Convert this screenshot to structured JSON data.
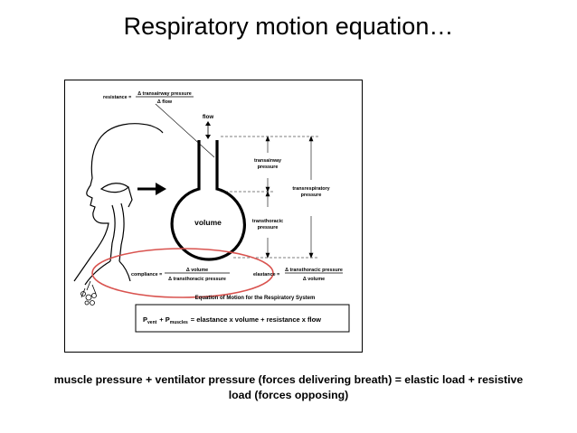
{
  "slide": {
    "title": "Respiratory motion equation…",
    "caption_line1": "muscle pressure + ventilator pressure (forces delivering breath) = elastic load + resistive",
    "caption_line2": "load (forces opposing)"
  },
  "figure": {
    "resistance_label": "resistance =",
    "resistance_numerator": "Δ transairway pressure",
    "resistance_denominator": "Δ flow",
    "flow_label": "flow",
    "volume_label": "volume",
    "transairway_line1": "transairway",
    "transairway_line2": "pressure",
    "transrespiratory_line1": "transrespiratory",
    "transrespiratory_line2": "pressure",
    "transthoracic_line1": "transthoracic",
    "transthoracic_line2": "pressure",
    "compliance_label": "compliance =",
    "compliance_numerator": "Δ volume",
    "compliance_denominator": "Δ transthoracic pressure",
    "elastance_label": "elastance =",
    "elastance_numerator": "Δ transthoracic pressure",
    "elastance_denominator": "Δ volume",
    "equation_title": "Equation of Motion for the Respiratory System",
    "eq_p": "P",
    "eq_vent_sub": "vent",
    "eq_plus": "+ P",
    "eq_muscles_sub": "muscles",
    "eq_rhs": "= elastance x volume + resistance x flow",
    "highlight_color": "#d9534f"
  }
}
